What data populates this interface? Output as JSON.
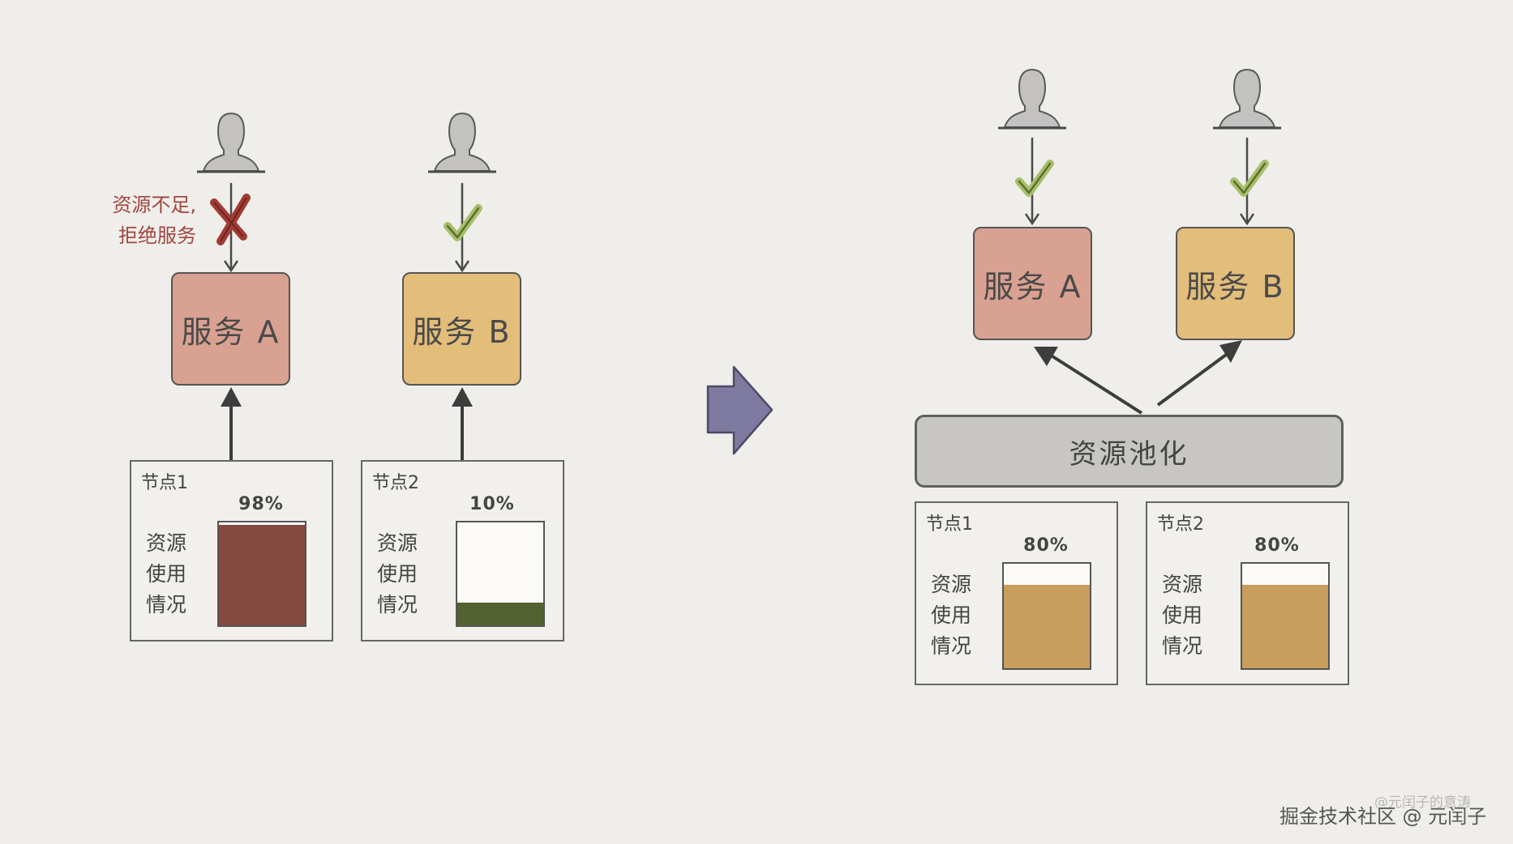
{
  "left": {
    "reject_note": {
      "line1": "资源不足,",
      "line2": "拒绝服务"
    },
    "service_a": {
      "label": "服务 A",
      "color": "#d9a191"
    },
    "service_b": {
      "label": "服务 B",
      "color": "#e3bd7a"
    },
    "node1": {
      "title": "节点1",
      "percent_label": "98%",
      "usage": 0.98,
      "fill_color": "#844a3f",
      "usage_lines": [
        "资源",
        "使用",
        "情况"
      ]
    },
    "node2": {
      "title": "节点2",
      "percent_label": "10%",
      "usage": 0.22,
      "fill_color": "#53602f",
      "usage_lines": [
        "资源",
        "使用",
        "情况"
      ]
    }
  },
  "right": {
    "service_a": {
      "label": "服务 A",
      "color": "#d9a191"
    },
    "service_b": {
      "label": "服务 B",
      "color": "#e3bd7a"
    },
    "pool": {
      "label": "资源池化"
    },
    "node1": {
      "title": "节点1",
      "percent_label": "80%",
      "usage": 0.8,
      "fill_color": "#c89e5c",
      "usage_lines": [
        "资源",
        "使用",
        "情况"
      ]
    },
    "node2": {
      "title": "节点2",
      "percent_label": "80%",
      "usage": 0.8,
      "fill_color": "#c89e5c",
      "usage_lines": [
        "资源",
        "使用",
        "情况"
      ]
    }
  },
  "transition_arrow_color": "#7e7aa0",
  "watermark_faint": "@元闰子的意涛",
  "watermark": "掘金技术社区 @ 元闰子"
}
